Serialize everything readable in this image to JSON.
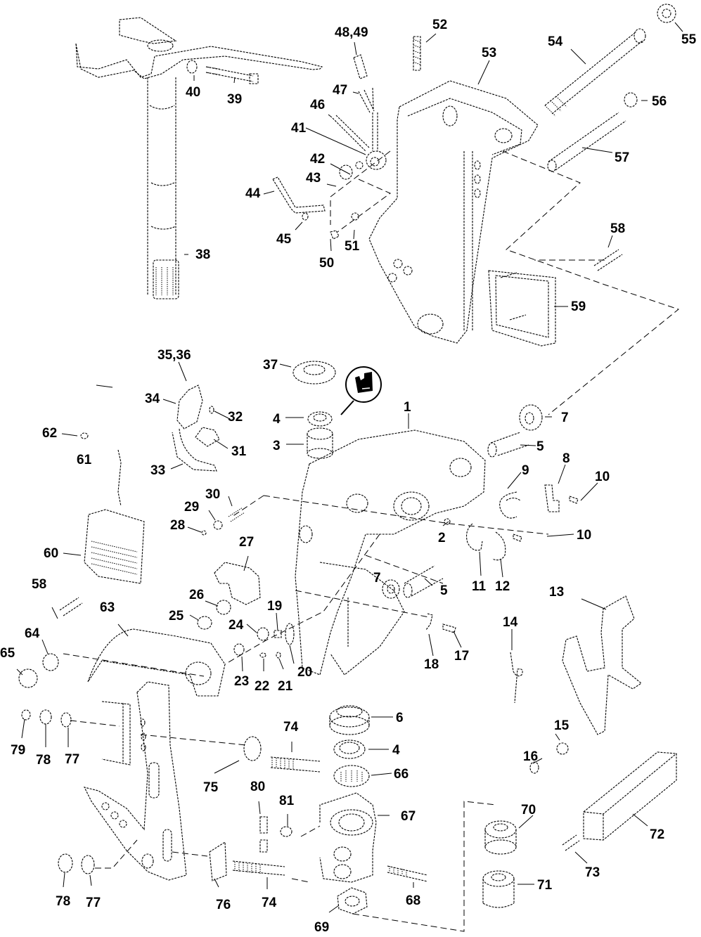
{
  "diagram": {
    "type": "exploded-parts-diagram",
    "subject": "Stern bracket and swivel bracket assembly",
    "callout_color": "#000000",
    "background_color": "#ffffff",
    "sealant_icon": "sealant-applicator-icon",
    "callouts": [
      {
        "id": "c1",
        "label": "1"
      },
      {
        "id": "c2",
        "label": "2"
      },
      {
        "id": "c3",
        "label": "3"
      },
      {
        "id": "c4a",
        "label": "4"
      },
      {
        "id": "c4b",
        "label": "4"
      },
      {
        "id": "c5a",
        "label": "5"
      },
      {
        "id": "c5b",
        "label": "5"
      },
      {
        "id": "c6",
        "label": "6"
      },
      {
        "id": "c7a",
        "label": "7"
      },
      {
        "id": "c7b",
        "label": "7"
      },
      {
        "id": "c8",
        "label": "8"
      },
      {
        "id": "c9",
        "label": "9"
      },
      {
        "id": "c10a",
        "label": "10"
      },
      {
        "id": "c10b",
        "label": "10"
      },
      {
        "id": "c11",
        "label": "11"
      },
      {
        "id": "c12",
        "label": "12"
      },
      {
        "id": "c13",
        "label": "13"
      },
      {
        "id": "c14",
        "label": "14"
      },
      {
        "id": "c15",
        "label": "15"
      },
      {
        "id": "c16",
        "label": "16"
      },
      {
        "id": "c17",
        "label": "17"
      },
      {
        "id": "c18",
        "label": "18"
      },
      {
        "id": "c19",
        "label": "19"
      },
      {
        "id": "c20",
        "label": "20"
      },
      {
        "id": "c21",
        "label": "21"
      },
      {
        "id": "c22",
        "label": "22"
      },
      {
        "id": "c23",
        "label": "23"
      },
      {
        "id": "c24",
        "label": "24"
      },
      {
        "id": "c25",
        "label": "25"
      },
      {
        "id": "c26",
        "label": "26"
      },
      {
        "id": "c27",
        "label": "27"
      },
      {
        "id": "c28",
        "label": "28"
      },
      {
        "id": "c29",
        "label": "29"
      },
      {
        "id": "c30",
        "label": "30"
      },
      {
        "id": "c31",
        "label": "31"
      },
      {
        "id": "c32",
        "label": "32"
      },
      {
        "id": "c33",
        "label": "33"
      },
      {
        "id": "c34",
        "label": "34"
      },
      {
        "id": "c3536",
        "label": "35,36"
      },
      {
        "id": "c37",
        "label": "37"
      },
      {
        "id": "c38",
        "label": "38"
      },
      {
        "id": "c39",
        "label": "39"
      },
      {
        "id": "c40",
        "label": "40"
      },
      {
        "id": "c41",
        "label": "41"
      },
      {
        "id": "c42",
        "label": "42"
      },
      {
        "id": "c43",
        "label": "43"
      },
      {
        "id": "c44",
        "label": "44"
      },
      {
        "id": "c45",
        "label": "45"
      },
      {
        "id": "c46",
        "label": "46"
      },
      {
        "id": "c47",
        "label": "47"
      },
      {
        "id": "c4849",
        "label": "48,49"
      },
      {
        "id": "c50",
        "label": "50"
      },
      {
        "id": "c51",
        "label": "51"
      },
      {
        "id": "c52",
        "label": "52"
      },
      {
        "id": "c53",
        "label": "53"
      },
      {
        "id": "c54",
        "label": "54"
      },
      {
        "id": "c55",
        "label": "55"
      },
      {
        "id": "c56",
        "label": "56"
      },
      {
        "id": "c57",
        "label": "57"
      },
      {
        "id": "c58a",
        "label": "58"
      },
      {
        "id": "c58b",
        "label": "58"
      },
      {
        "id": "c59",
        "label": "59"
      },
      {
        "id": "c60",
        "label": "60"
      },
      {
        "id": "c61",
        "label": "61"
      },
      {
        "id": "c62",
        "label": "62"
      },
      {
        "id": "c63",
        "label": "63"
      },
      {
        "id": "c64",
        "label": "64"
      },
      {
        "id": "c65",
        "label": "65"
      },
      {
        "id": "c66",
        "label": "66"
      },
      {
        "id": "c67",
        "label": "67"
      },
      {
        "id": "c68",
        "label": "68"
      },
      {
        "id": "c69",
        "label": "69"
      },
      {
        "id": "c70",
        "label": "70"
      },
      {
        "id": "c71",
        "label": "71"
      },
      {
        "id": "c72",
        "label": "72"
      },
      {
        "id": "c73",
        "label": "73"
      },
      {
        "id": "c74a",
        "label": "74"
      },
      {
        "id": "c74b",
        "label": "74"
      },
      {
        "id": "c75",
        "label": "75"
      },
      {
        "id": "c76",
        "label": "76"
      },
      {
        "id": "c77a",
        "label": "77"
      },
      {
        "id": "c77b",
        "label": "77"
      },
      {
        "id": "c78a",
        "label": "78"
      },
      {
        "id": "c78b",
        "label": "78"
      },
      {
        "id": "c79",
        "label": "79"
      },
      {
        "id": "c80",
        "label": "80"
      },
      {
        "id": "c81",
        "label": "81"
      }
    ]
  }
}
